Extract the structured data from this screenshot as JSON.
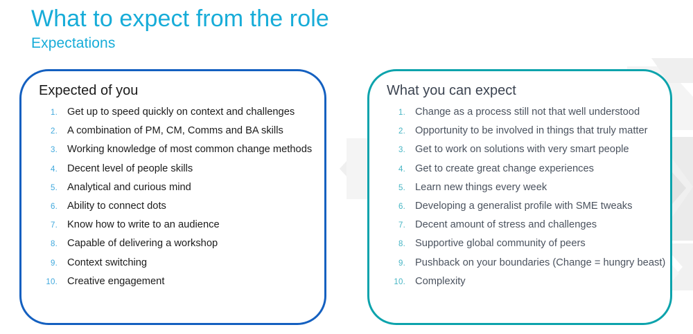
{
  "header": {
    "title": "What to expect from the role",
    "subtitle": "Expectations",
    "title_color": "#17acd8",
    "subtitle_color": "#17acd8"
  },
  "cards": [
    {
      "id": "expected-of-you",
      "heading": "Expected of you",
      "accent_color": "#1460c0",
      "number_color": "#3fa8dd",
      "text_color": "#1b1b1b",
      "items": [
        {
          "num": "1.",
          "text": "Get up to speed quickly on context and challenges"
        },
        {
          "num": "2.",
          "text": "A combination of PM, CM, Comms and BA skills"
        },
        {
          "num": "3.",
          "text": "Working knowledge of most common change methods"
        },
        {
          "num": "4.",
          "text": "Decent level of people skills"
        },
        {
          "num": "5.",
          "text": "Analytical and curious mind"
        },
        {
          "num": "6.",
          "text": "Ability to connect dots"
        },
        {
          "num": "7.",
          "text": "Know how to write to an audience"
        },
        {
          "num": "8.",
          "text": "Capable of delivering a workshop"
        },
        {
          "num": "9.",
          "text": "Context switching"
        },
        {
          "num": "10.",
          "text": "Creative engagement"
        }
      ]
    },
    {
      "id": "what-you-can-expect",
      "heading": "What you can expect",
      "accent_color": "#0ca3ac",
      "number_color": "#46b5c4",
      "text_color": "#4a525e",
      "items": [
        {
          "num": "1.",
          "text": "Change as a process still not that well understood"
        },
        {
          "num": "2.",
          "text": "Opportunity to be involved in things that truly matter"
        },
        {
          "num": "3.",
          "text": "Get to work on solutions with very smart people"
        },
        {
          "num": "4.",
          "text": "Get to create great change experiences"
        },
        {
          "num": "5.",
          "text": "Learn new things every week"
        },
        {
          "num": "6.",
          "text": "Developing a generalist profile with SME tweaks"
        },
        {
          "num": "7.",
          "text": "Decent amount of stress and challenges"
        },
        {
          "num": "8.",
          "text": "Supportive global community of peers"
        },
        {
          "num": "9.",
          "text": "Pushback on your boundaries (Change = hungry beast)"
        },
        {
          "num": "10.",
          "text": "Complexity"
        }
      ]
    }
  ],
  "decoration": {
    "chevron_light": "#f4f4f4",
    "chevron_mid": "#ebebeb",
    "chevron_dark": "#e3e3e3"
  }
}
